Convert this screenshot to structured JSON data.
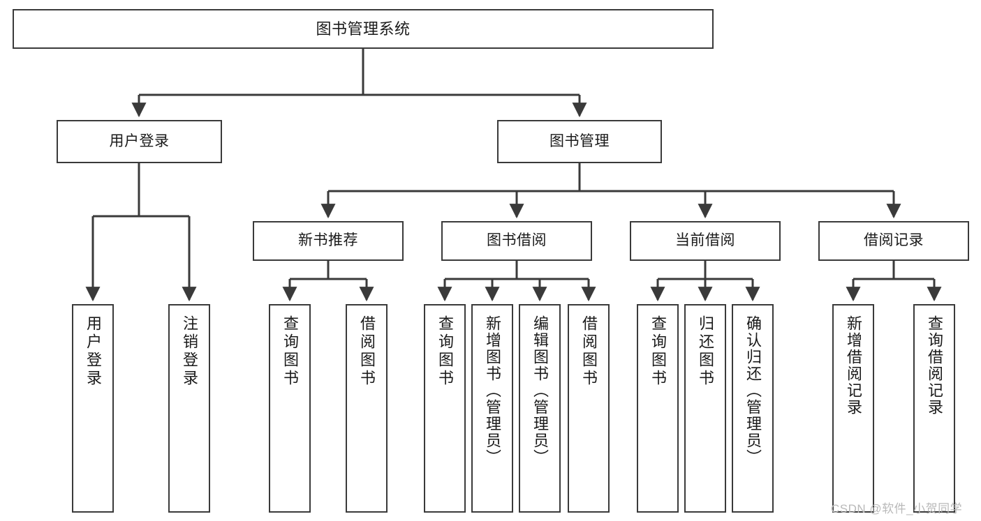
{
  "diagram": {
    "title": "图书管理系统",
    "type": "tree-hierarchy-chart",
    "stroke_color": "#3a3a3a",
    "fill_color": "#ffffff",
    "text_color": "#1a1a1a"
  },
  "nodes": {
    "root": {
      "label": "图书管理系统"
    },
    "level1": [
      {
        "label": "用户登录"
      },
      {
        "label": "图书管理"
      }
    ],
    "level2": [
      {
        "label": "新书推荐"
      },
      {
        "label": "图书借阅"
      },
      {
        "label": "当前借阅"
      },
      {
        "label": "借阅记录"
      }
    ],
    "leaves": [
      {
        "label": "用户登录"
      },
      {
        "label": "注销登录"
      },
      {
        "label": "查询图书"
      },
      {
        "label": "借阅图书"
      },
      {
        "label": "查询图书"
      },
      {
        "label": "新增图书（管理员）"
      },
      {
        "label": "编辑图书（管理员）"
      },
      {
        "label": "借阅图书"
      },
      {
        "label": "查询图书"
      },
      {
        "label": "归还图书"
      },
      {
        "label": "确认归还（管理员）"
      },
      {
        "label": "新增借阅记录"
      },
      {
        "label": "查询借阅记录"
      }
    ]
  },
  "watermark": {
    "text": "CSDN @软件_小贺同学"
  }
}
